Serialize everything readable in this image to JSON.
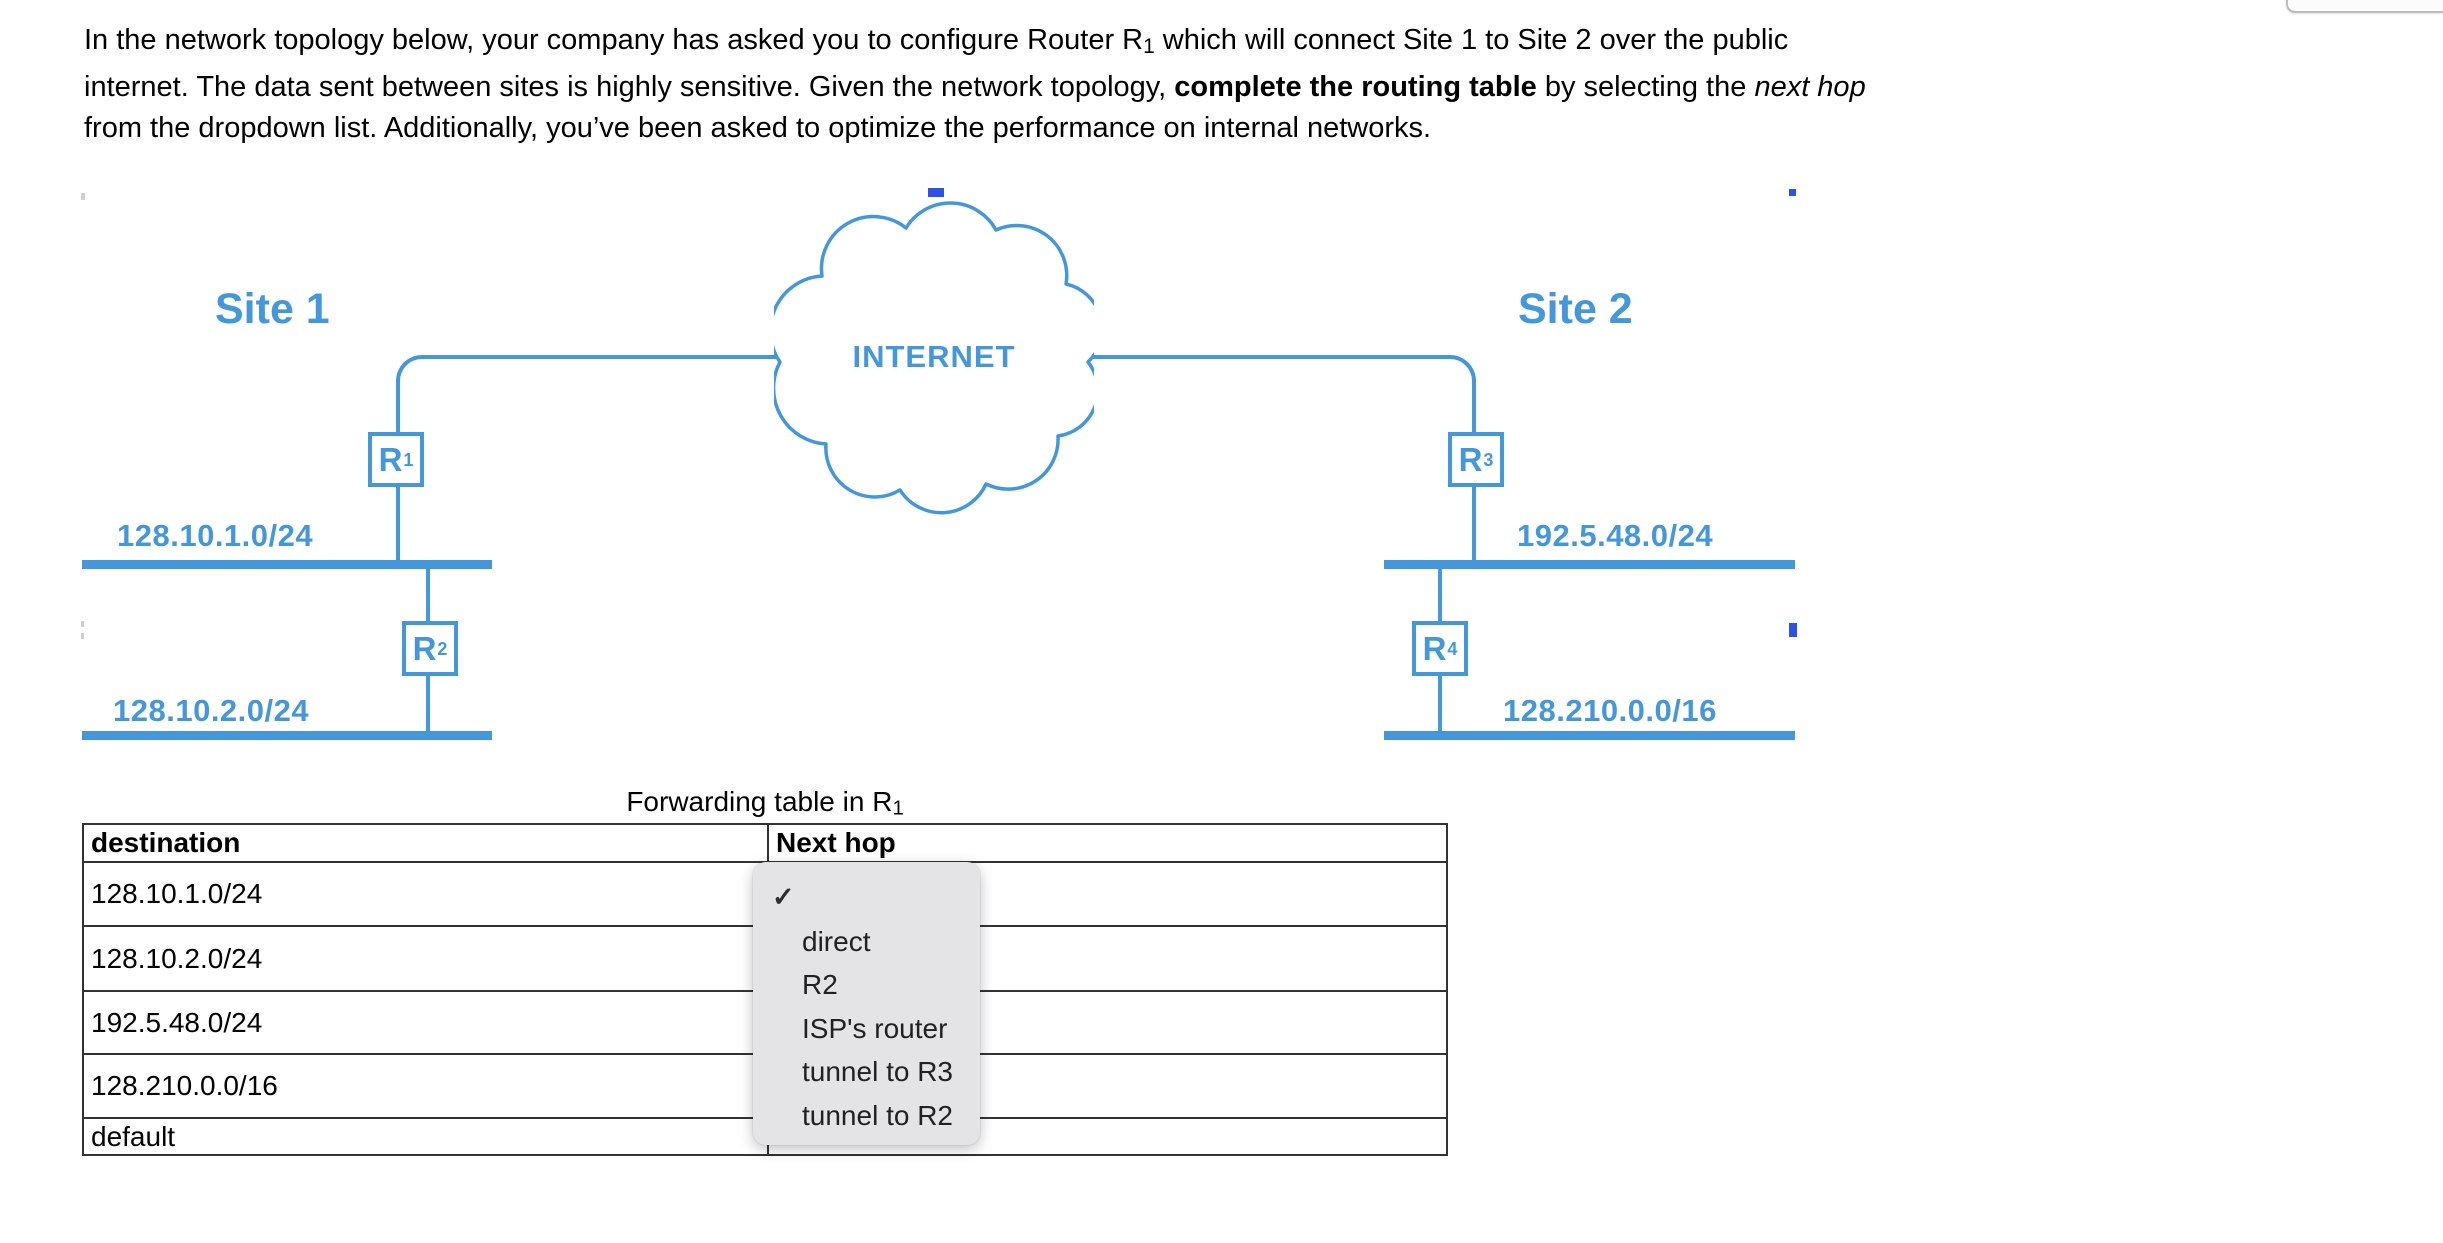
{
  "colors": {
    "blue": "#4497db",
    "handle_blue": "#2e52e2",
    "menu_bg": "#e4e4e6",
    "menu_text": "#212123",
    "table_border": "#333333"
  },
  "instructions": {
    "line1a": "In the network topology below, your company has asked you to configure Router R",
    "line1sub": "1",
    "line1b": " which will connect Site 1 to Site 2  over the public",
    "line2a": "internet. The data sent between sites is highly sensitive.  Given the network topology, ",
    "line2bold": "complete the routing table",
    "line2b": " by selecting the ",
    "line2italic": "next hop",
    "line3": "from the dropdown list.  Additionally, you’ve been asked to optimize the performance on internal networks."
  },
  "diagram": {
    "site1_label": "Site 1",
    "site2_label": "Site 2",
    "internet_label": "INTERNET",
    "routers": {
      "r1": {
        "base": "R",
        "sub": "1"
      },
      "r2": {
        "base": "R",
        "sub": "2"
      },
      "r3": {
        "base": "R",
        "sub": "3"
      },
      "r4": {
        "base": "R",
        "sub": "4"
      }
    },
    "networks": {
      "site1_net1": "128.10.1.0/24",
      "site1_net2": "128.10.2.0/24",
      "site2_net1": "192.5.48.0/24",
      "site2_net2": "128.210.0.0/16"
    }
  },
  "table": {
    "title_prefix": "Forwarding table in R",
    "title_sub": "1",
    "headers": {
      "destination": "destination",
      "next_hop": "Next hop"
    },
    "rows": [
      "128.10.1.0/24",
      "128.10.2.0/24",
      "192.5.48.0/24",
      "128.210.0.0/16",
      "default"
    ]
  },
  "dropdown": {
    "checkmark": "✓",
    "options": [
      "direct",
      "R2",
      "ISP's router",
      "tunnel to R3",
      "tunnel to R2"
    ]
  }
}
